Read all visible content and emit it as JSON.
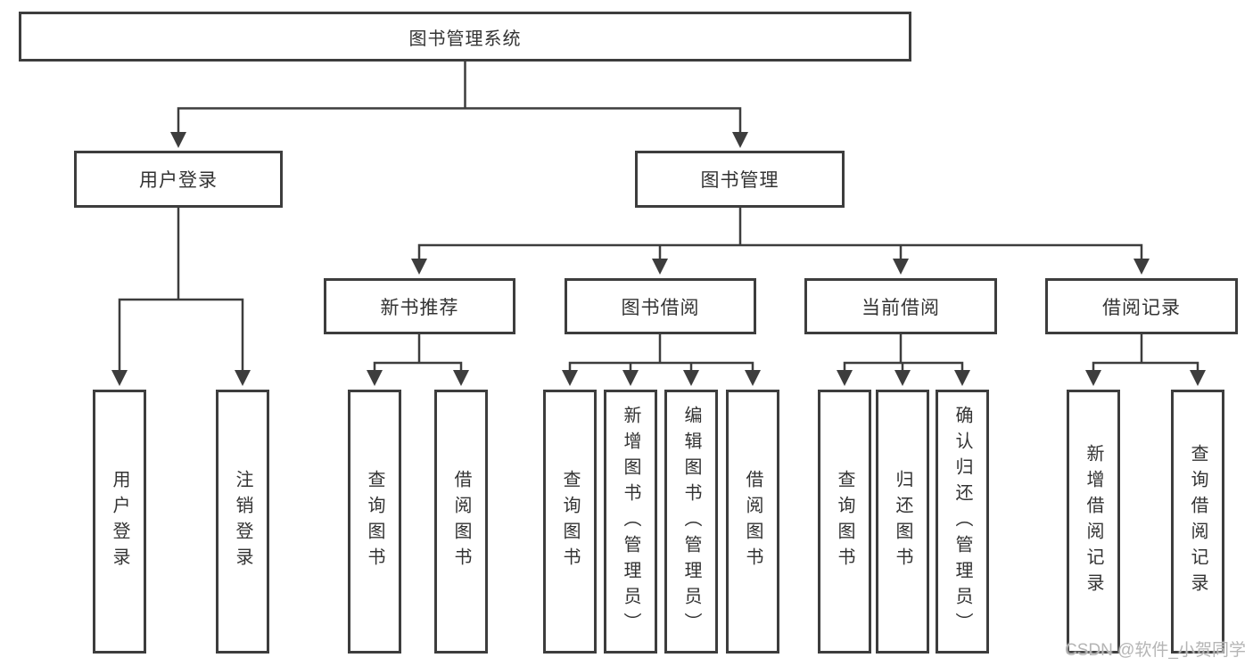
{
  "tree": {
    "root": {
      "label": "图书管理系统"
    },
    "branches": [
      {
        "label": "用户登录",
        "children": [
          {
            "label": "用户登录"
          },
          {
            "label": "注销登录"
          }
        ]
      },
      {
        "label": "图书管理",
        "children": [
          {
            "label": "新书推荐",
            "children": [
              {
                "label": "查询图书"
              },
              {
                "label": "借阅图书"
              }
            ]
          },
          {
            "label": "图书借阅",
            "children": [
              {
                "label": "查询图书"
              },
              {
                "label": "新增图书（管理员）"
              },
              {
                "label": "编辑图书（管理员）"
              },
              {
                "label": "借阅图书"
              }
            ]
          },
          {
            "label": "当前借阅",
            "children": [
              {
                "label": "查询图书"
              },
              {
                "label": "归还图书"
              },
              {
                "label": "确认归还（管理员）"
              }
            ]
          },
          {
            "label": "借阅记录",
            "children": [
              {
                "label": "新增借阅记录"
              },
              {
                "label": "查询借阅记录"
              }
            ]
          }
        ]
      }
    ]
  },
  "watermark": "CSDN @软件_小贺同学",
  "colors": {
    "line": "#3d3d3d",
    "box_border": "#3d3d3d",
    "text": "#333333",
    "watermark": "#b5b5b5",
    "background": "#ffffff"
  }
}
